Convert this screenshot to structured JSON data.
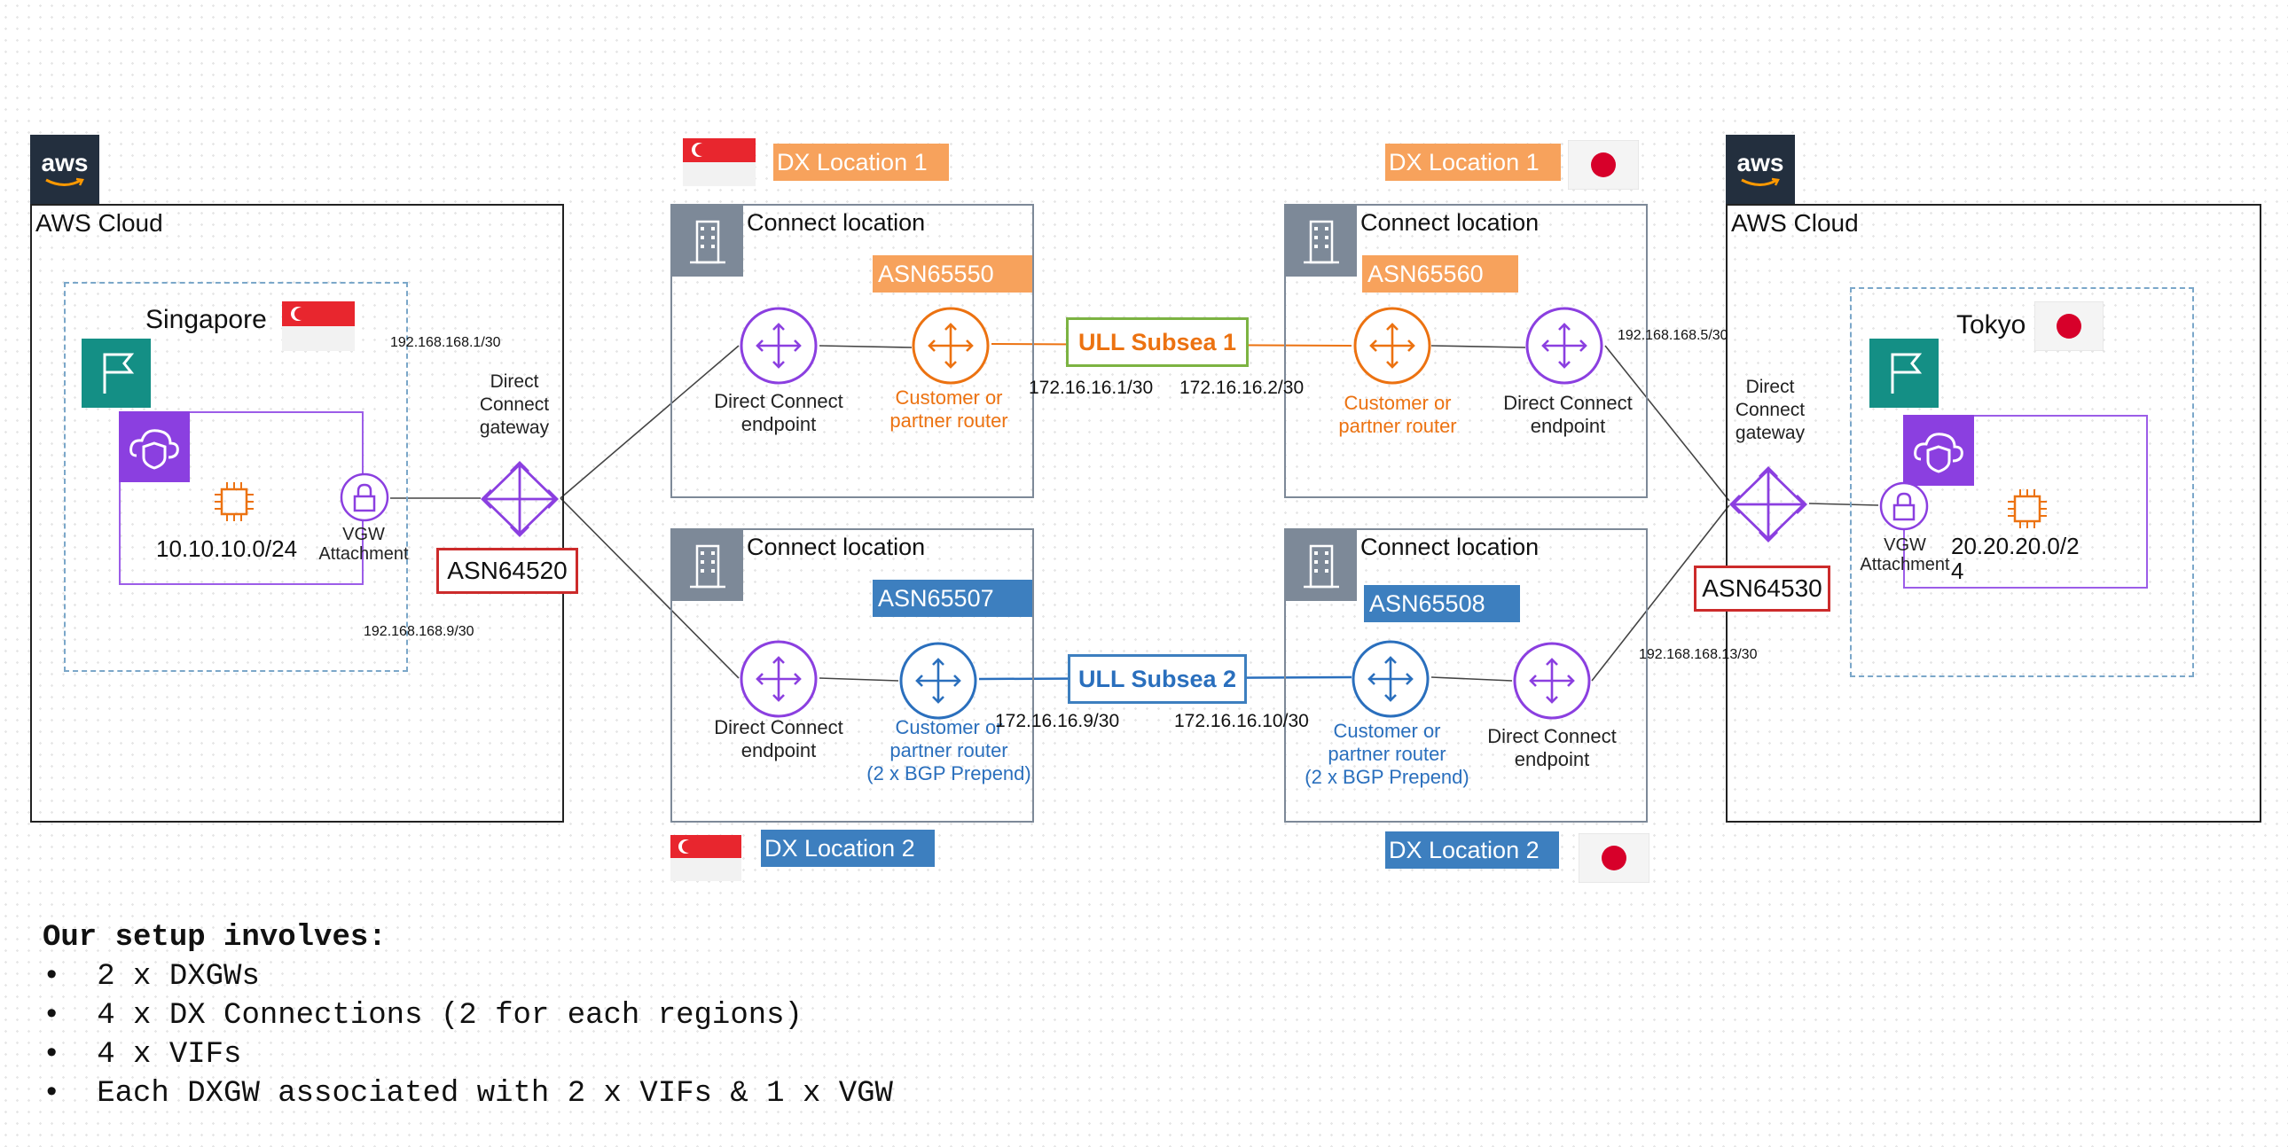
{
  "left": {
    "cloud_title": "AWS Cloud",
    "region": "Singapore",
    "vpc_cidr": "10.10.10.0/24",
    "vgw_label": "VGW\nAttachment",
    "dxgw_label": "Direct\nConnect\ngateway",
    "dxgw_asn": "ASN64520",
    "ip_top": "192.168.168.1/30",
    "ip_bottom": "192.168.168.9/30"
  },
  "right": {
    "cloud_title": "AWS Cloud",
    "region": "Tokyo",
    "vpc_cidr": "20.20.20.0/2\n4",
    "vgw_label": "VGW\nAttachment",
    "dxgw_label": "Direct\nConnect\ngateway",
    "dxgw_asn": "ASN64530",
    "ip_top": "192.168.168.5/30",
    "ip_bottom": "192.168.168.13/30"
  },
  "locations": {
    "sg_top": {
      "dx_label": "DX Location 1",
      "connect_label": "Connect location",
      "asn": "ASN65550",
      "endpoint_label": "Direct Connect\nendpoint",
      "router_label": "Customer or\npartner router"
    },
    "jp_top": {
      "dx_label": "DX Location 1",
      "connect_label": "Connect location",
      "asn": "ASN65560",
      "endpoint_label": "Direct Connect\nendpoint",
      "router_label": "Customer or\npartner router"
    },
    "sg_bottom": {
      "dx_label": "DX Location 2",
      "connect_label": "Connect location",
      "asn": "ASN65507",
      "endpoint_label": "Direct Connect\nendpoint",
      "router_label": "Customer or\npartner router\n(2 x BGP Prepend)"
    },
    "jp_bottom": {
      "dx_label": "DX Location 2",
      "connect_label": "Connect location",
      "asn": "ASN65508",
      "endpoint_label": "Direct Connect\nendpoint",
      "router_label": "Customer or\npartner router\n(2 x BGP Prepend)"
    }
  },
  "links": {
    "subsea1": {
      "label": "ULL Subsea 1",
      "ip_left": "172.16.16.1/30",
      "ip_right": "172.16.16.2/30"
    },
    "subsea2": {
      "label": "ULL Subsea 2",
      "ip_left": "172.16.16.9/30",
      "ip_right": "172.16.16.10/30"
    }
  },
  "notes": {
    "title": "Our setup involves:",
    "items": [
      "2 x DXGWs",
      "4 x DX Connections (2 for each regions)",
      "4 x VIFs",
      "Each DXGW associated with 2 x VIFs & 1 x VGW"
    ]
  },
  "logo_text": "aws",
  "colors": {
    "orange": "#ec7211",
    "orange_tag": "#f7a25c",
    "blue": "#2a6fbd",
    "blue_tag": "#3d7fbf",
    "purple": "#8b3fe0",
    "teal": "#148f85",
    "red": "#cc2b2b",
    "green": "#7cb342",
    "squid": "#232f3e"
  },
  "icons": [
    "aws-logo-icon",
    "singapore-flag-icon",
    "japan-flag-icon",
    "region-flag-icon",
    "vpc-cloud-shield-icon",
    "ec2-chip-icon",
    "vgw-lock-icon",
    "dx-gateway-icon",
    "building-icon",
    "router-icon",
    "dx-endpoint-icon"
  ]
}
